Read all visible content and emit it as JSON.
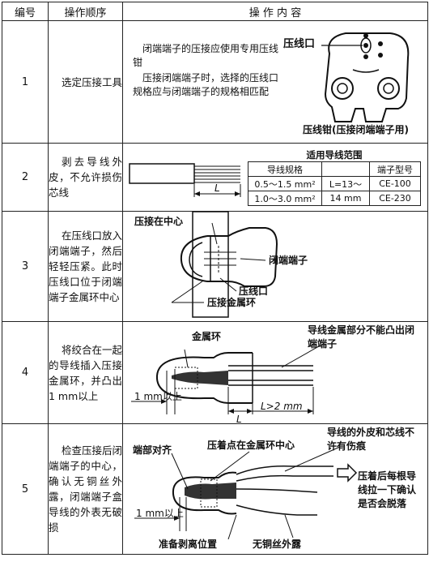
{
  "header": {
    "no": "编号",
    "procedure": "操作顺序",
    "content": "操 作 内 容"
  },
  "rows": [
    {
      "no": "1",
      "step": "选定压接工具",
      "text_1": "闭端端子的压接应使用专用压线钳",
      "text_2": "压接闭端端子时，选择的压线口规格应与闭端端子的规格相匹配",
      "label_mouth": "压线口",
      "caption": "压线钳(压接闭端端子用)"
    },
    {
      "no": "2",
      "step": "剥去导线外皮，不允许损伤芯线",
      "length_label": "L",
      "range_table": {
        "caption": "适用导线范围",
        "headers": [
          "导线规格",
          "",
          "端子型号"
        ],
        "rows": [
          [
            "0.5～1.5 mm²",
            "L=13～",
            "CE-100"
          ],
          [
            "1.0～3.0 mm²",
            "14 mm",
            "CE-230"
          ]
        ]
      }
    },
    {
      "no": "3",
      "step": "在压线口放入闭端端子，然后轻轻压紧。此时压线口位于闭端端子金属环中心",
      "labels": {
        "center": "压接在中心",
        "terminal": "闭端端子",
        "mouth": "压线口",
        "ring": "压接金属环"
      }
    },
    {
      "no": "4",
      "step": "将绞合在一起的导线插入压接金属环，并凸出1 mm以上",
      "labels": {
        "ring": "金属环",
        "note": "导线金属部分不能凸出闭端端子",
        "protrude": "1 mm以上",
        "length": "L",
        "length_gt": "L>2 mm"
      }
    },
    {
      "no": "5",
      "step": "检查压接后闭端端子的中心，确认无铜丝外露，闭端端子盒导线的外表无破损",
      "labels": {
        "align": "端部对齐",
        "center": "压着点在金属环中心",
        "no_damage": "导线的外皮和芯线不许有伤痕",
        "pull_test": "压着后每根导线拉一下确认是否会脱落",
        "protrude": "1 mm以上",
        "strip_pos": "准备剥离位置",
        "no_copper": "无铜丝外露"
      }
    }
  ]
}
